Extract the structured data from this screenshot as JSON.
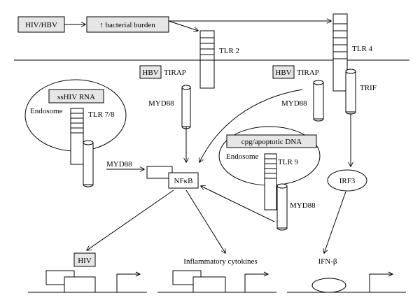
{
  "labels": {
    "hiv_hbv": "HIV/HBV",
    "bacterial_burden": "↑ bacterial burden",
    "tlr2": "TLR 2",
    "tlr4": "TLR 4",
    "hbv_left": "HBV",
    "tirap_left": "TIRAP",
    "hbv_right": "HBV",
    "tirap_right": "TIRAP",
    "trif": "TRIF",
    "myd88_tlr2": "MYD88",
    "myd88_tlr4": "MYD88",
    "sshiv_rna": "ssHIV RNA",
    "endosome_left": "Endosome",
    "tlr78": "TLR 7/8",
    "myd88_left": "MYD88",
    "cpg_dna": "cpg/apoptotic DNA",
    "endosome_right": "Endosome",
    "tlr9": "TLR 9",
    "myd88_tlr9": "MYD88",
    "nfkb": "NFκB",
    "irf3": "IRF3",
    "hiv": "HIV",
    "inflammatory": "Inflammatory cytokines",
    "ifn_beta": "IFN-β"
  }
}
